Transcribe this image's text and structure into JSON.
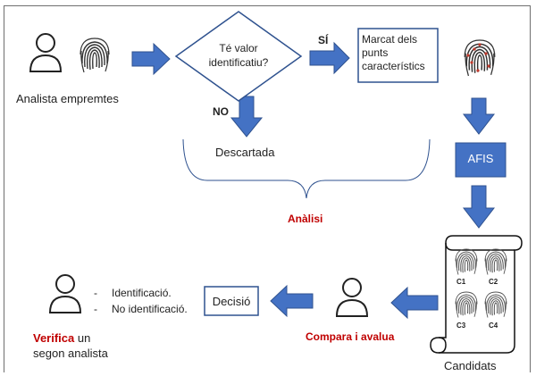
{
  "colors": {
    "arrow": "#4472c4",
    "arrow_stroke": "#2f528f",
    "box_border": "#2f528f",
    "red_text": "#c00000",
    "text": "#222222",
    "fingerprint": "#333333",
    "minutia": "#c0392b"
  },
  "analyst": {
    "label": "Analista empremtes",
    "person_icon": "person-icon",
    "print_icon": "fingerprint-icon"
  },
  "decision": {
    "line1": "Té valor",
    "line2": "identificatiu?"
  },
  "yes_label": "SÍ",
  "no_label": "NO",
  "marking": {
    "line1": "Marcat dels",
    "line2": "punts",
    "line3": "característics"
  },
  "discarded": "Descartada",
  "analysis": "Anàlisi",
  "afis": "AFIS",
  "candidates": {
    "label": "Candidats",
    "items": [
      "C1",
      "C2",
      "C3",
      "C4"
    ]
  },
  "compare": "Compara i avalua",
  "decision_box": "Decisió",
  "outcomes": [
    "Identificació.",
    "No identificació."
  ],
  "verify": {
    "highlight": "Verifica",
    "rest1": " un",
    "rest2": "segon analista"
  }
}
